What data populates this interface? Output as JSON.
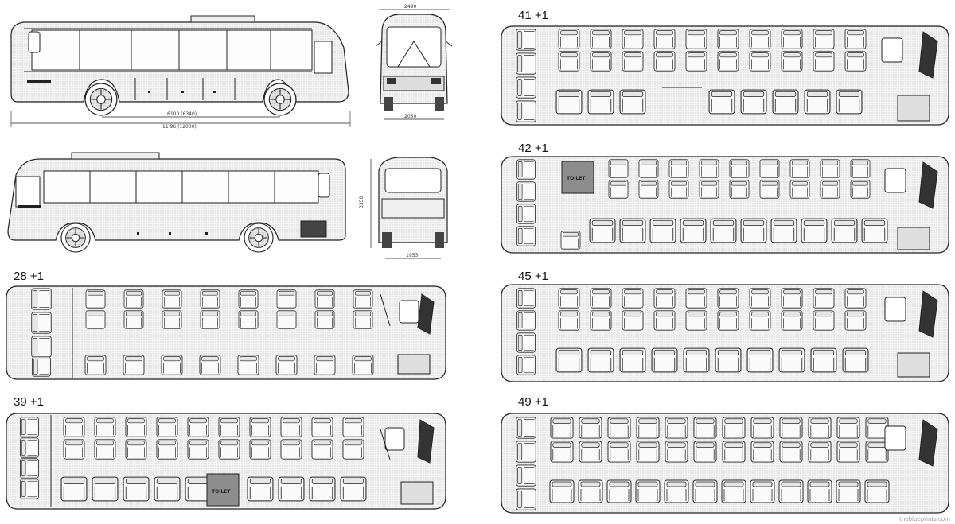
{
  "side_dims": {
    "wheelbase": "6100 (6340)",
    "length": "11 96 (12000)"
  },
  "front_dims": {
    "top_width": "2490",
    "bottom_width": "2050"
  },
  "rear_dims": {
    "height": "3350",
    "bottom_width": "1953"
  },
  "layouts": {
    "l41": {
      "label": "41 +1"
    },
    "l42": {
      "label": "42 +1",
      "toilet": "TOILET"
    },
    "l28": {
      "label": "28 +1"
    },
    "l45": {
      "label": "45 +1"
    },
    "l39": {
      "label": "39 +1",
      "toilet": "TOILET"
    },
    "l49": {
      "label": "49 +1"
    }
  },
  "credit": "theblueprints.com"
}
